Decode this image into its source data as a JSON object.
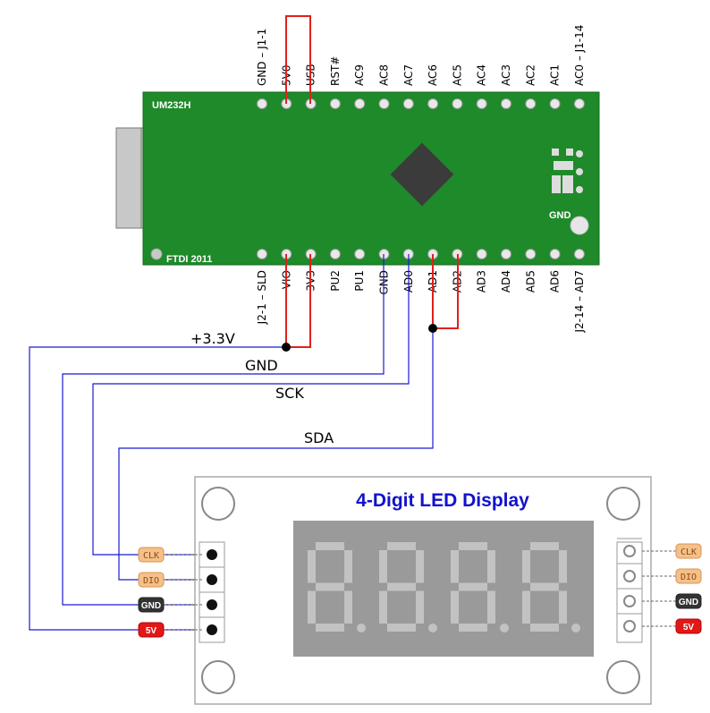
{
  "board": {
    "name": "UM232H",
    "footer": "FTDI 2011",
    "gnd_label": "GND",
    "top_pins": [
      "GND – J1-1",
      "5V0",
      "USB",
      "RST#",
      "AC9",
      "AC8",
      "AC7",
      "AC6",
      "AC5",
      "AC4",
      "AC3",
      "AC2",
      "AC1",
      "AC0 – J1-14"
    ],
    "bottom_pins": [
      "J2-1 – SLD",
      "VIO",
      "3V3",
      "PU2",
      "PU1",
      "GND",
      "AD0",
      "AD1",
      "AD2",
      "AD3",
      "AD4",
      "AD5",
      "AD6",
      "J2-14 – AD7"
    ]
  },
  "nets": {
    "v33": "+3.3V",
    "gnd": "GND",
    "sck": "SCK",
    "sda": "SDA"
  },
  "display": {
    "title": "4-Digit LED Display",
    "left_pins": [
      {
        "label": "CLK",
        "style": "orange"
      },
      {
        "label": "DIO",
        "style": "orange"
      },
      {
        "label": "GND",
        "style": "dark"
      },
      {
        "label": "5V",
        "style": "red"
      }
    ],
    "right_pins": [
      {
        "label": "CLK",
        "style": "orange"
      },
      {
        "label": "DIO",
        "style": "orange"
      },
      {
        "label": "GND",
        "style": "dark"
      },
      {
        "label": "5V",
        "style": "red"
      }
    ]
  },
  "colors": {
    "board_green": "#1e8a2a",
    "wire_blue": "#1a1ad0",
    "wire_red": "#e0201c",
    "title_blue": "#1111cc",
    "tag_orange": "#f5c08a",
    "tag_dark": "#333333",
    "tag_red": "#e01818"
  }
}
